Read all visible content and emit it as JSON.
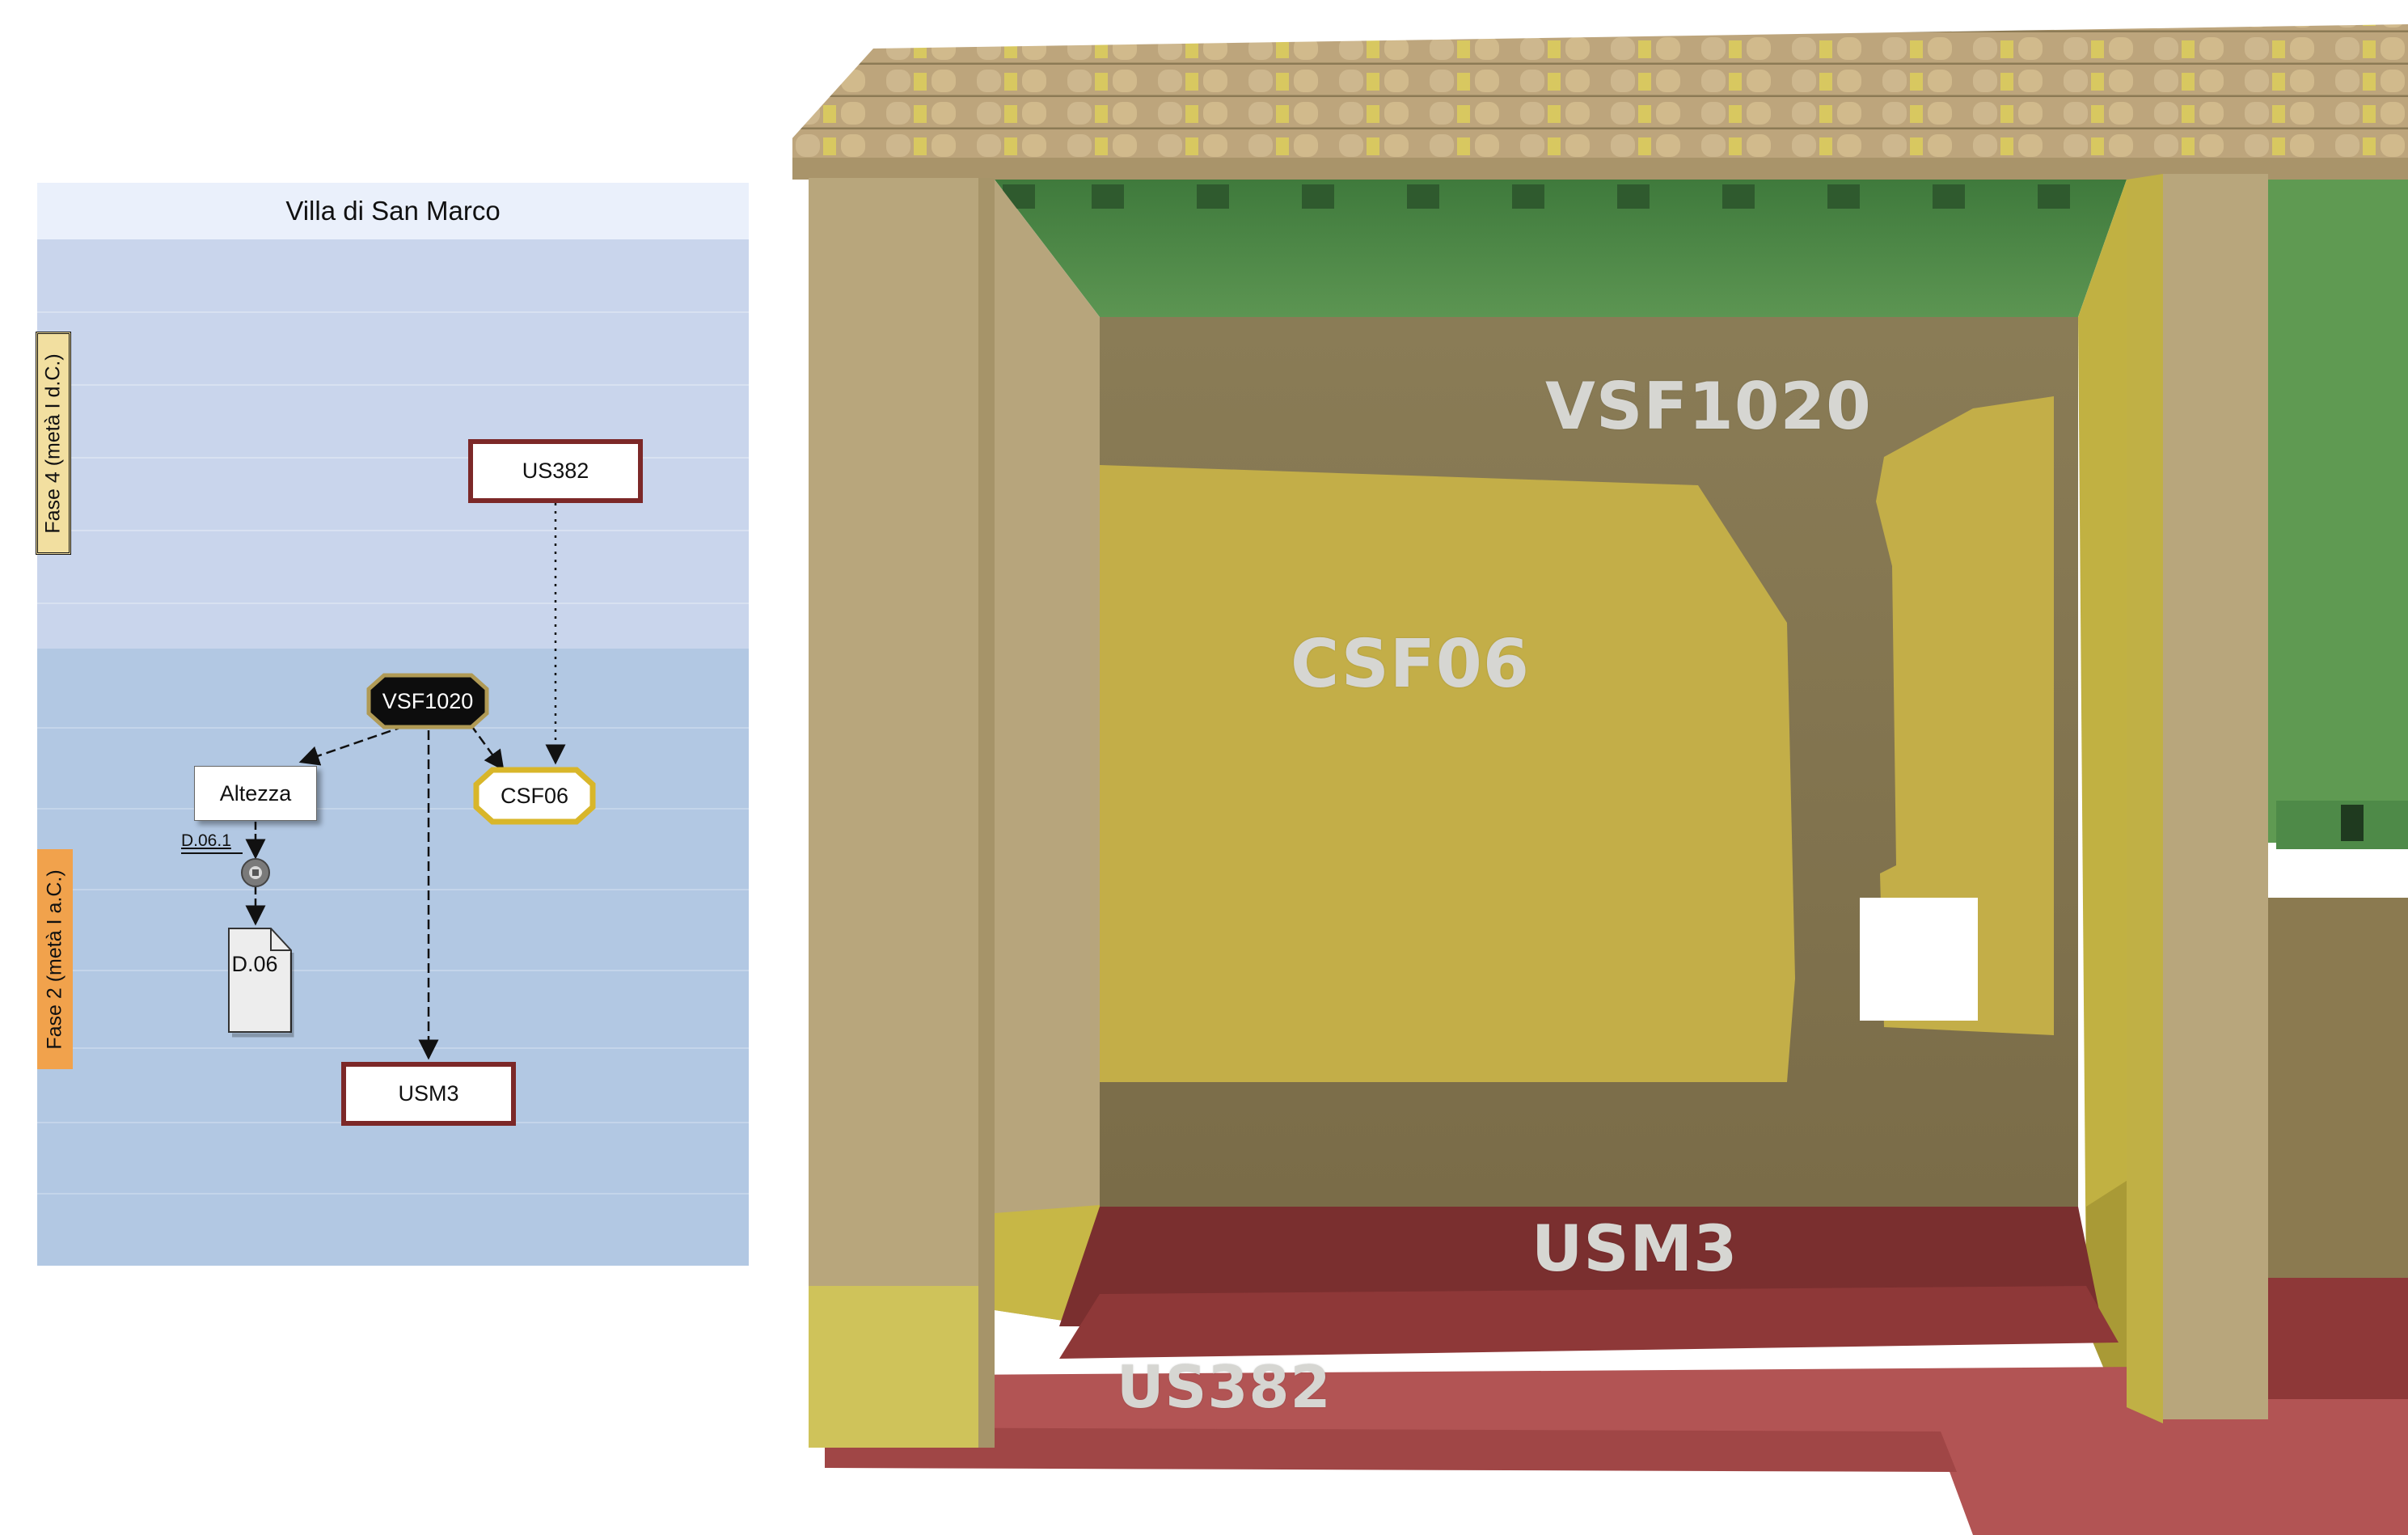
{
  "graph": {
    "title": "Villa di San Marco",
    "phases": [
      {
        "label": "Fase 4 (metà I d.C.)",
        "color": "#f2dfa0"
      },
      {
        "label": "Fase 2 (metà I a.C.)",
        "color": "#f1a24c"
      }
    ],
    "nodes": {
      "us382": "US382",
      "vsf1020": "VSF1020",
      "csf06": "CSF06",
      "altezza": "Altezza",
      "usm3": "USM3",
      "d06": "D.06"
    },
    "edge_labels": {
      "d061": "D.06.1"
    }
  },
  "render": {
    "labels": {
      "vsf1020": "VSF1020",
      "csf06": "CSF06",
      "usm3": "USM3",
      "us382": "US382"
    }
  },
  "colors": {
    "us_border": "#7c2828",
    "csf_border": "#d8b62a",
    "vsf_fill": "#0d0d0d",
    "vsf_border": "#b09a55",
    "phase4_band": "#c9d5ec",
    "phase2_band": "#b2c8e3",
    "wall_beige": "#b8a67c",
    "wall_yellow": "#c9b84a",
    "floor_red": "#8e3838",
    "ceiling_green": "#4e8a48"
  }
}
